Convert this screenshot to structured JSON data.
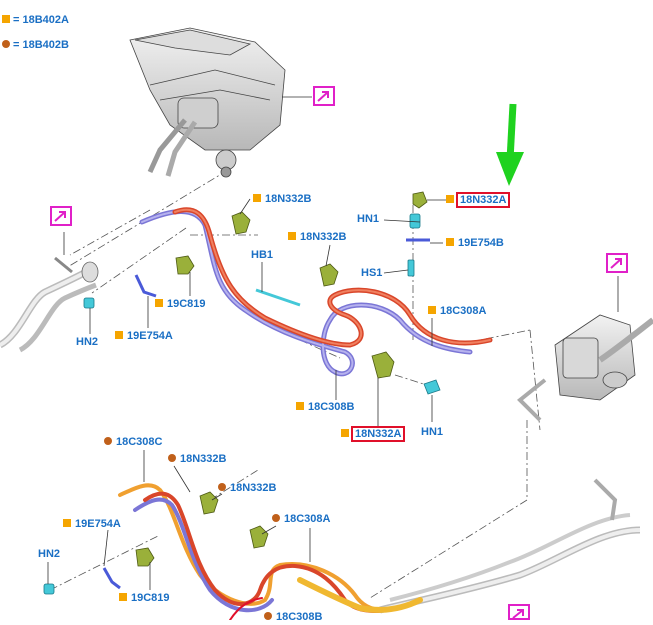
{
  "legend": [
    {
      "marker": "square",
      "text": "= 18B402A"
    },
    {
      "marker": "dot",
      "text": "= 18B402B"
    }
  ],
  "labels": {
    "n332b_1": "18N332B",
    "n332a_highlight": "18N332A",
    "hn1_top": "HN1",
    "e754b": "19E754B",
    "n332b_2": "18N332B",
    "hb1": "HB1",
    "hs1": "HS1",
    "c819_1": "19C819",
    "hn2_1": "HN2",
    "e754a_1": "19E754A",
    "c308a_1": "18C308A",
    "c308b_1": "18C308B",
    "n332a_lower": "18N332A",
    "hn1_lower": "HN1",
    "c308c": "18C308C",
    "n332b_3": "18N332B",
    "n332b_4": "18N332B",
    "e754a_2": "19E754A",
    "c308a_2": "18C308A",
    "hn2_2": "HN2",
    "c819_2": "19C819",
    "c308b_2": "18C308B"
  },
  "colors": {
    "label_blue": "#1a6fc4",
    "marker_square": "#f5a500",
    "marker_dot": "#c0601a",
    "highlight_red": "#e0102a",
    "callout_magenta": "#e020c8",
    "arrow_green": "#1fd21f",
    "hose_red": "#d9462a",
    "hose_blue": "#7b76d6",
    "hose_orange": "#f0a030",
    "clip_green": "#9ab03a",
    "fitting_cyan": "#44c8d8"
  },
  "icons": [
    "zoom-arrow-icon",
    "green-arrow-icon"
  ]
}
